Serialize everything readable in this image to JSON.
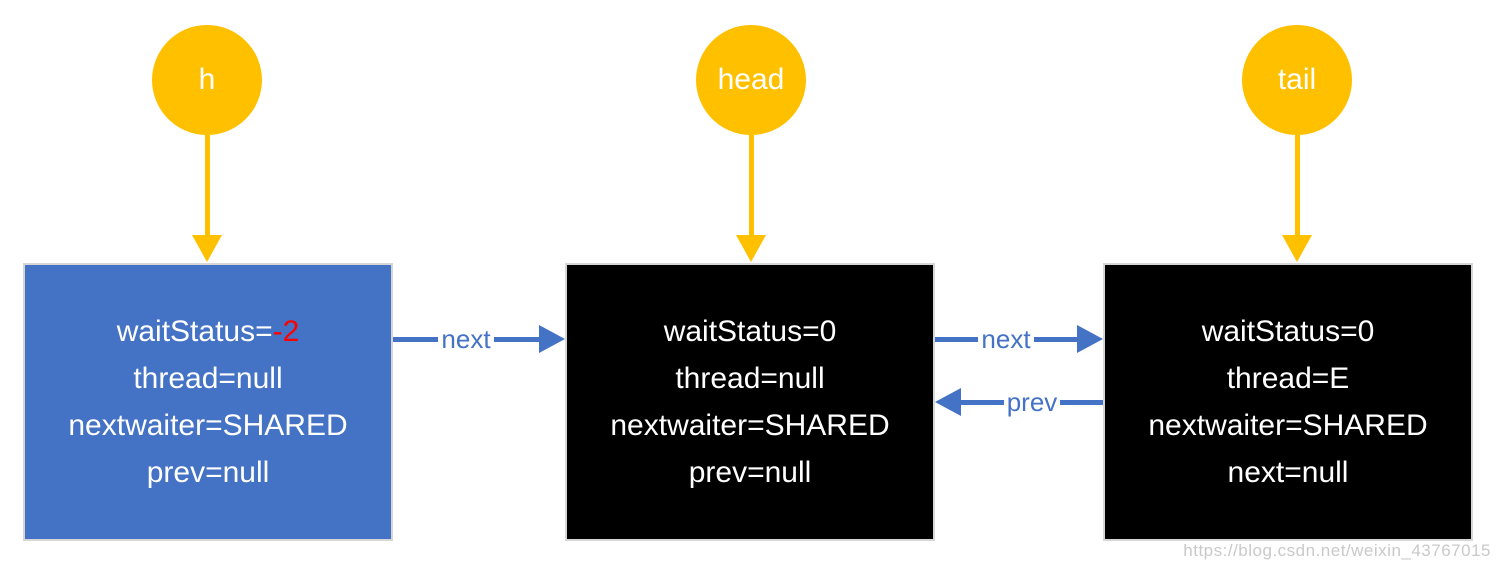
{
  "pointers": [
    {
      "label": "h"
    },
    {
      "label": "head"
    },
    {
      "label": "tail"
    }
  ],
  "nodes": [
    {
      "waitStatus_prefix": "waitStatus=",
      "waitStatus_value": "-2",
      "thread": "thread=null",
      "nextwaiter": "nextwaiter=SHARED",
      "link": "prev=null"
    },
    {
      "waitStatus": "waitStatus=0",
      "thread": "thread=null",
      "nextwaiter": "nextwaiter=SHARED",
      "link": "prev=null"
    },
    {
      "waitStatus": "waitStatus=0",
      "thread": "thread=E",
      "nextwaiter": "nextwaiter=SHARED",
      "link": "next=null"
    }
  ],
  "edges": [
    {
      "label": "next"
    },
    {
      "label": "next"
    },
    {
      "label": "prev"
    }
  ],
  "watermark": "https://blog.csdn.net/weixin_43767015",
  "colors": {
    "pointer_gold": "#FFC000",
    "node_blue": "#4472C4",
    "node_black": "#000000",
    "arrow_blue": "#4472C4",
    "highlight_red": "#FF0000",
    "box_border_gray": "#D6D6D6"
  }
}
